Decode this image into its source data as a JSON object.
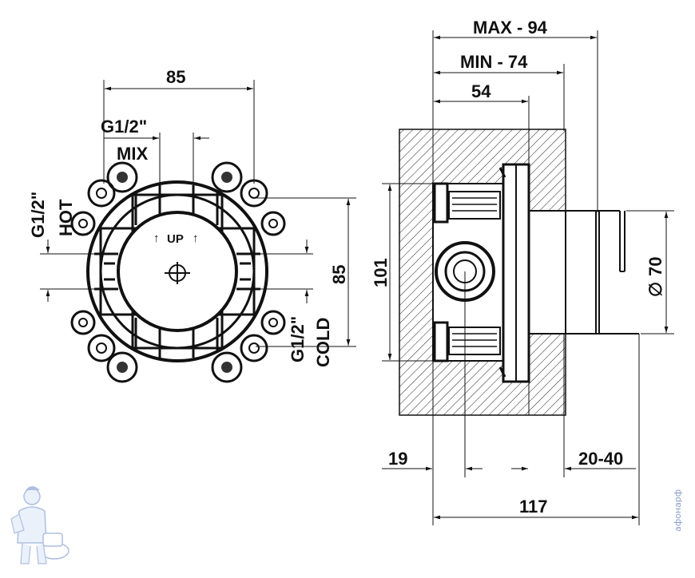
{
  "front_view": {
    "width_label": "85",
    "mix_thread": "G1/2\"",
    "mix_label": "MIX",
    "hot_thread": "G1/2\"",
    "hot_label": "HOT",
    "cold_thread": "G1/2\"",
    "cold_label": "COLD",
    "height_label": "85",
    "up_label": "UP"
  },
  "side_view": {
    "max_label": "MAX - 94",
    "min_label": "MIN - 74",
    "depth_label": "54",
    "height_label": "101",
    "diameter_label": "70",
    "diameter_symbol": "∅",
    "offset_label": "19",
    "range_label": "20-40",
    "total_label": "117"
  },
  "watermark": {
    "text": "афонарф",
    "logo_icon": "plumber-mascot-icon"
  }
}
